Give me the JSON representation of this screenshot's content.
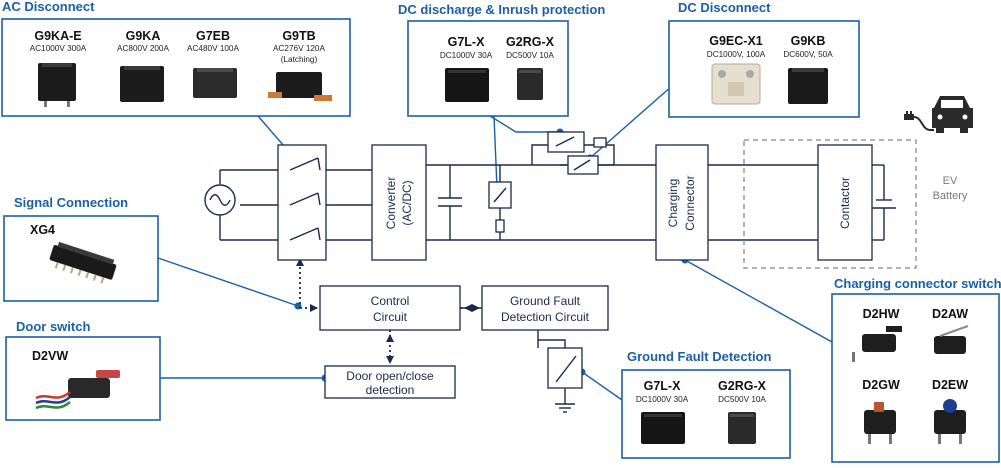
{
  "sections": {
    "ac_disconnect": {
      "title": "AC Disconnect",
      "products": [
        {
          "name": "G9KA-E",
          "spec": "AC1000V 300A"
        },
        {
          "name": "G9KA",
          "spec": "AC800V 200A"
        },
        {
          "name": "G7EB",
          "spec": "AC480V 100A"
        },
        {
          "name": "G9TB",
          "spec": "AC276V 120A",
          "note": "(Latching)"
        }
      ]
    },
    "dc_discharge": {
      "title": "DC discharge & Inrush protection",
      "products": [
        {
          "name": "G7L-X",
          "spec": "DC1000V 30A"
        },
        {
          "name": "G2RG-X",
          "spec": "DC500V 10A"
        }
      ]
    },
    "dc_disconnect": {
      "title": "DC Disconnect",
      "products": [
        {
          "name": "G9EC-X1",
          "spec": "DC1000V, 100A"
        },
        {
          "name": "G9KB",
          "spec": "DC600V, 50A"
        }
      ]
    },
    "signal_connection": {
      "title": "Signal Connection",
      "products": [
        {
          "name": "XG4"
        }
      ]
    },
    "door_switch": {
      "title": "Door switch",
      "products": [
        {
          "name": "D2VW"
        }
      ]
    },
    "ground_fault": {
      "title": "Ground Fault Detection",
      "products": [
        {
          "name": "G7L-X",
          "spec": "DC1000V 30A"
        },
        {
          "name": "G2RG-X",
          "spec": "DC500V 10A"
        }
      ]
    },
    "charging_connector_switch": {
      "title": "Charging connector switch",
      "products": [
        {
          "name": "D2HW"
        },
        {
          "name": "D2AW"
        },
        {
          "name": "D2GW"
        },
        {
          "name": "D2EW"
        }
      ]
    }
  },
  "blocks": {
    "converter": [
      "Converter",
      "(AC/DC)"
    ],
    "charging_connector": [
      "Charging",
      "Connector"
    ],
    "contactor": "Contactor",
    "control_circuit": [
      "Control",
      "Circuit"
    ],
    "ground_fault_circuit": [
      "Ground Fault",
      "Detection Circuit"
    ],
    "door_detection": [
      "Door open/close",
      "detection"
    ],
    "ev_battery": [
      "EV",
      "Battery"
    ]
  },
  "colors": {
    "accent": "#1a5fa8",
    "line": "#1b2a4a",
    "battery_border": "#888888"
  },
  "icons": [
    "ac-source-icon",
    "ev-car-icon",
    "ground-icon"
  ]
}
